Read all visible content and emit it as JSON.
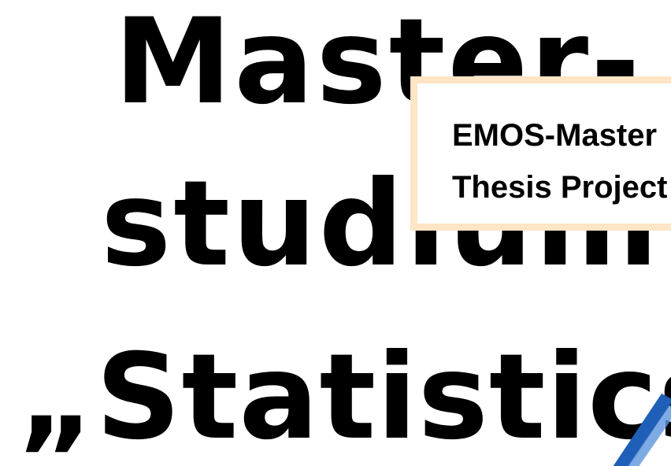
{
  "title": {
    "line1": "Master-",
    "line2": "studium",
    "line3": "„Statistics“"
  },
  "note": {
    "line1": "EMOS-Master",
    "line2": "Thesis Project"
  },
  "colors": {
    "text": "#000000",
    "box_border": "#fde5c5",
    "swoosh": "#1f5fb8"
  },
  "icons": {
    "corner_graphic": "blue-swoosh-icon"
  }
}
